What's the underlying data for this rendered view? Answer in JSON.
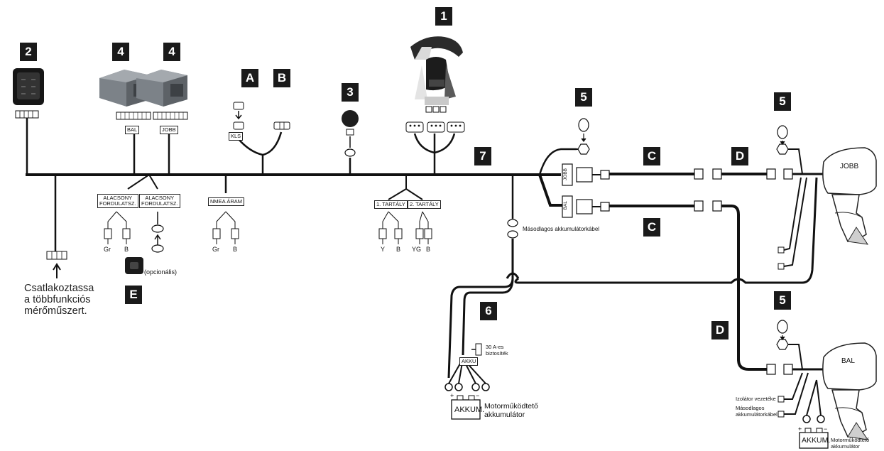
{
  "badges": {
    "b1": "1",
    "b2": "2",
    "b3": "3",
    "b4a": "4",
    "b4b": "4",
    "b5a": "5",
    "b5b": "5",
    "b5c": "5",
    "b6": "6",
    "b7": "7",
    "bA": "A",
    "bB": "B",
    "bC1": "C",
    "bC2": "C",
    "bD1": "D",
    "bD2": "D",
    "bE": "E"
  },
  "labels": {
    "bal_module": "BAL",
    "jobb_module": "JOBB",
    "kls": "KLS",
    "alacsony1": "ALACSONY\nFORDULATSZ.",
    "alacsony2": "ALACSONY\nFORDULATSZ.",
    "nmea": "NMEA ÁRAM",
    "tank1": "1. TARTÁLY",
    "tank2": "2. TARTÁLY",
    "akku_tag": "AKKU",
    "jobb_conn": "JOBB",
    "bal_conn": "BAL",
    "jobb_engine": "JOBB",
    "bal_engine": "BAL",
    "akkum1": "AKKUM.",
    "akkum2": "AKKUM."
  },
  "wire_colors": {
    "gr1": "Gr",
    "b1": "B",
    "gr2": "Gr",
    "b2": "B",
    "y": "Y",
    "b3": "B",
    "yg": "YG",
    "b4": "B"
  },
  "notes": {
    "gauge_line1": "Csatlakoztassa",
    "gauge_line2": "a többfunkciós",
    "gauge_line3": "mérőműszert.",
    "opcionalis": "(opcionális)",
    "masodlagos1": "Másodlagos akkumulátorkábel",
    "fuse_line1": "30 A-es",
    "fuse_line2": "biztosíték",
    "motor_batt1_l1": "Motorműködtető",
    "motor_batt1_l2": "akkumulátor",
    "izolator": "Izolátor vezetéke",
    "masodlagos2_l1": "Másodlagos",
    "masodlagos2_l2": "akkumulátorkábel",
    "motor_batt2_l1": "Motorműködtető",
    "motor_batt2_l2": "akkumulátor"
  }
}
